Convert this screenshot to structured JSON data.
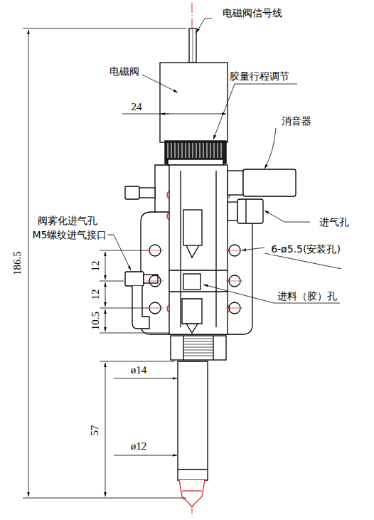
{
  "diagram": {
    "labels": [
      "电磁阀信号线",
      "电磁阀",
      "24",
      "胶量行程调节",
      "消音器",
      "进气孔",
      "阀雾化进气孔",
      "M5螺纹进气接口",
      "6-ø5.5(安装孔)",
      "12",
      "12",
      "10.5",
      "进料（胶）孔",
      "186.5",
      "ø14",
      "57",
      "ø12"
    ]
  }
}
